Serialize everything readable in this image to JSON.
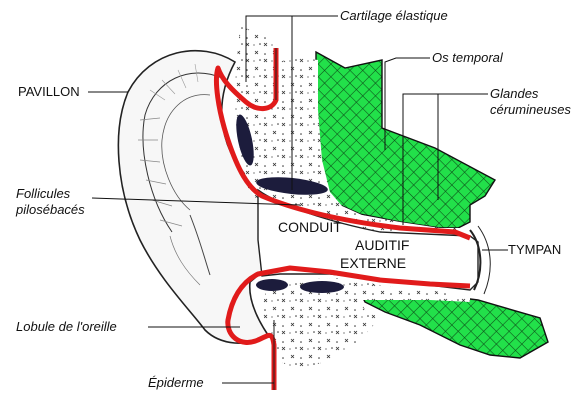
{
  "labels": {
    "pavillon": "PAVILLON",
    "cartilage": "Cartilage élastique",
    "os_temporal": "Os temporal",
    "glandes_1": "Glandes",
    "glandes_2": "cérumineuses",
    "follicules_1": "Follicules",
    "follicules_2": "pilosébacés",
    "conduit": "CONDUIT",
    "auditif": "AUDITIF",
    "externe": "EXTERNE",
    "tympan": "TYMPAN",
    "lobule": "Lobule de l'oreille",
    "epiderme": "Épiderme"
  },
  "colors": {
    "bone": "#22e04a",
    "epidermis": "#e11b1b",
    "glands": "#1c1c3c",
    "outline": "#222222"
  }
}
